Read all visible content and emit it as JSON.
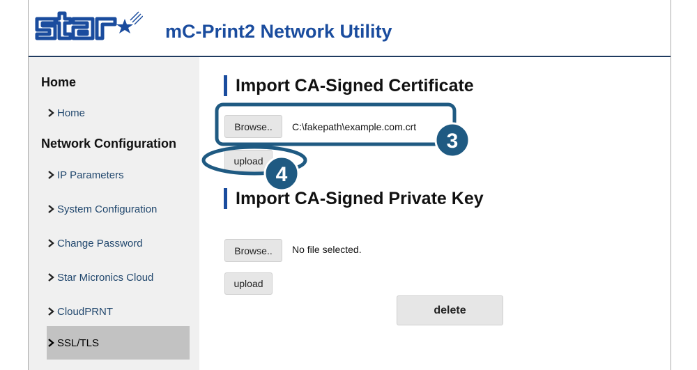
{
  "app": {
    "title": "mC-Print2 Network Utility"
  },
  "sidebar": {
    "sections": [
      {
        "heading": "Home",
        "items": [
          {
            "label": "Home"
          }
        ]
      },
      {
        "heading": "Network Configuration",
        "items": [
          {
            "label": "IP Parameters"
          },
          {
            "label": "System Configuration"
          },
          {
            "label": "Change Password"
          },
          {
            "label": "Star Micronics Cloud"
          },
          {
            "label": "CloudPRNT"
          },
          {
            "label": "SSL/TLS",
            "active": true
          }
        ]
      }
    ]
  },
  "certificate": {
    "title": "Import CA-Signed Certificate",
    "browse_label": "Browse..",
    "file_name": "C:\\fakepath\\example.com.crt",
    "upload_label": "upload"
  },
  "private_key": {
    "title": "Import CA-Signed Private Key",
    "browse_label": "Browse..",
    "file_name": "No file selected.",
    "upload_label": "upload"
  },
  "delete_label": "delete",
  "callouts": {
    "step_browse": "3",
    "step_upload": "4",
    "color": "#1f5a82"
  },
  "colors": {
    "brand": "#1a4c9e",
    "accent_bar": "#1a4c9e",
    "active_item": "#c2c2c2"
  }
}
